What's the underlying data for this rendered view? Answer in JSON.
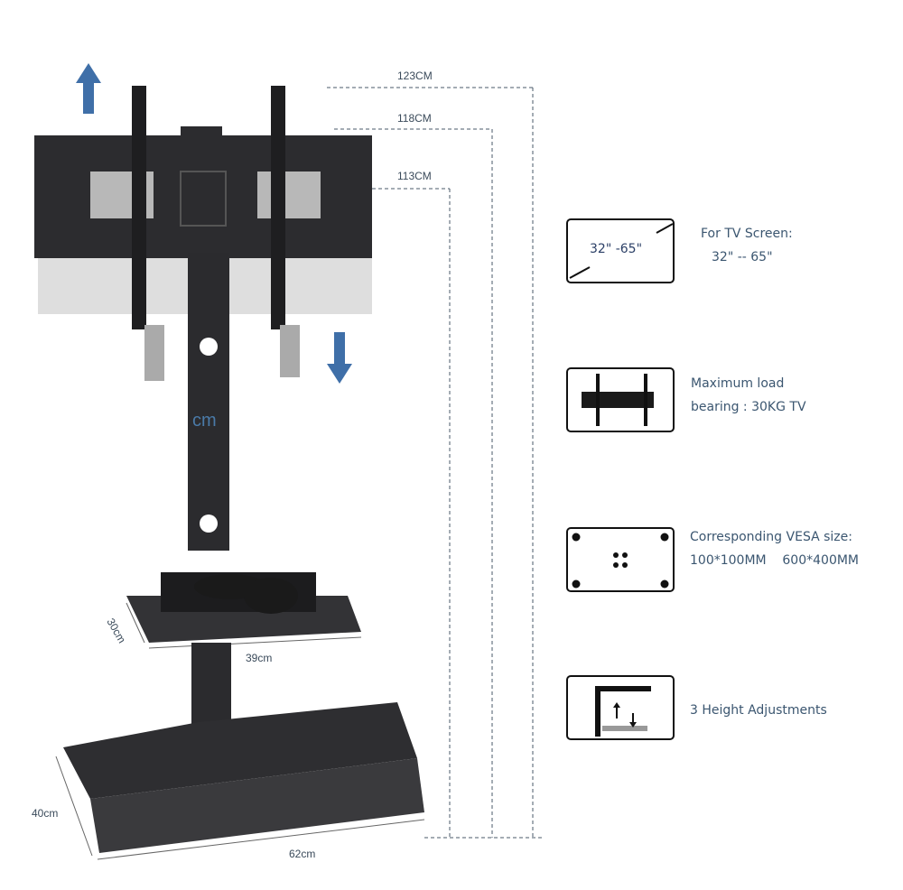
{
  "dimensions": {
    "height_max": "123CM",
    "height_mid": "118CM",
    "height_min": "113CM",
    "pole_unit": "cm",
    "shelf_depth": "30cm",
    "shelf_width": "39cm",
    "base_depth": "40cm",
    "base_width": "62cm"
  },
  "features": [
    {
      "icon": "tv-diagonal-icon",
      "icon_text": "32\"  -65\"",
      "line1": "For TV Screen:",
      "line2": "32\"  --  65\""
    },
    {
      "icon": "tv-bracket-icon",
      "line1": "Maximum load",
      "line2": "bearing : 30KG TV"
    },
    {
      "icon": "vesa-holes-icon",
      "line1": "Corresponding VESA size:",
      "line2": "100*100MM    600*400MM"
    },
    {
      "icon": "height-adjust-icon",
      "line1": "3 Height Adjustments"
    }
  ],
  "colors": {
    "arrow": "#3f6fa8",
    "stand": "#2b2b2e",
    "text": "#3b5670"
  }
}
